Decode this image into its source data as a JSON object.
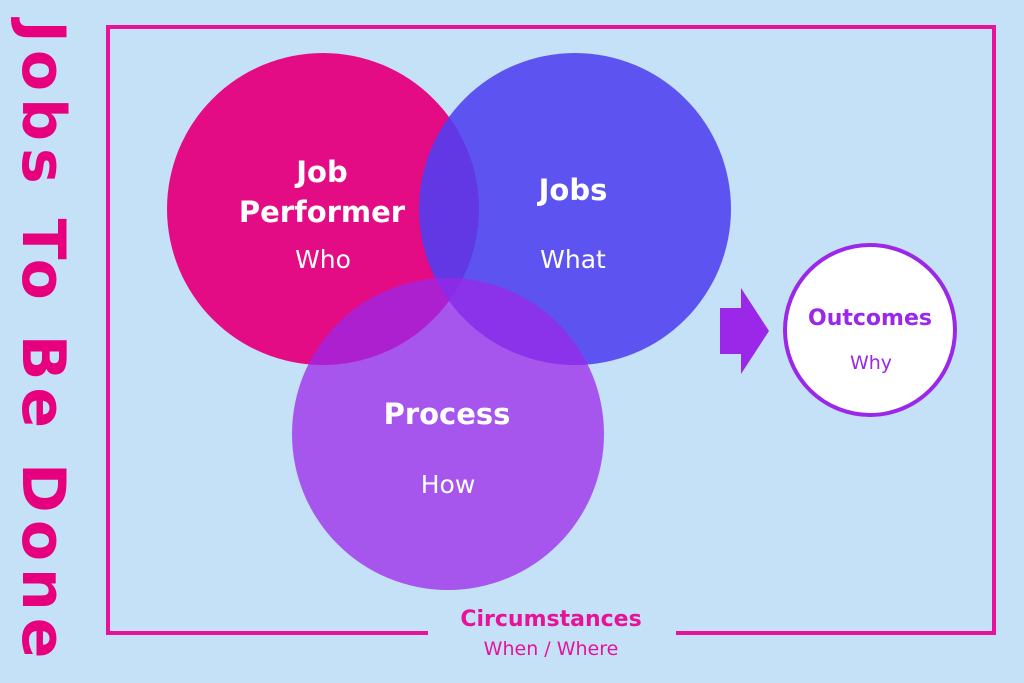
{
  "side_title": "Jobs To Be Done",
  "circles": {
    "performer": {
      "title_line1": "Job",
      "title_line2": "Performer",
      "subtitle": "Who"
    },
    "jobs": {
      "title": "Jobs",
      "subtitle": "What"
    },
    "process": {
      "title": "Process",
      "subtitle": "How"
    }
  },
  "outcomes": {
    "title": "Outcomes",
    "subtitle": "Why"
  },
  "circumstances": {
    "title": "Circumstances",
    "subtitle": "When / Where"
  },
  "colors": {
    "background": "#c5e1f7",
    "performer": "#e6007e",
    "jobs": "#4f3ff0",
    "process": "#9b27e8",
    "frame": "#e6139a",
    "outcomes": "#9b27e8",
    "arrow": "#9b27e8"
  }
}
